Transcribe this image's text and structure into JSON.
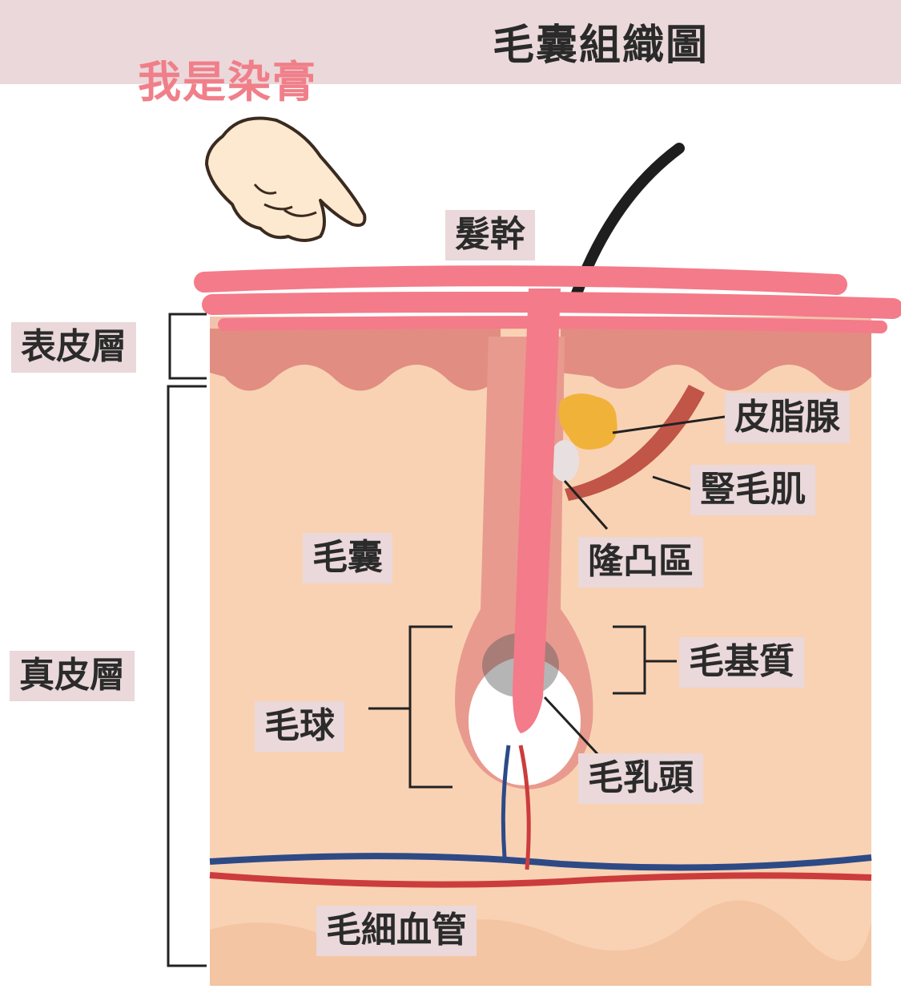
{
  "title": "毛囊組織圖",
  "annotation": "我是染膏",
  "icons": {
    "hand": "pointing-hand-icon"
  },
  "labels": {
    "hair_shaft": "髮幹",
    "epidermis": "表皮層",
    "dermis": "真皮層",
    "sebaceous_gland": "皮脂腺",
    "arrector_pili": "豎毛肌",
    "bulge": "隆凸區",
    "follicle": "毛囊",
    "hair_matrix": "毛基質",
    "hair_bulb": "毛球",
    "dermal_papilla": "毛乳頭",
    "capillaries": "毛細血管"
  },
  "colors": {
    "skin_base": "#f9d2b4",
    "epidermis": "#e28d81",
    "marker": "#f47b89",
    "gland": "#f1b23a",
    "vein": "#2d4a86",
    "artery": "#cc3c3c",
    "label_bg": "#ead8da"
  }
}
